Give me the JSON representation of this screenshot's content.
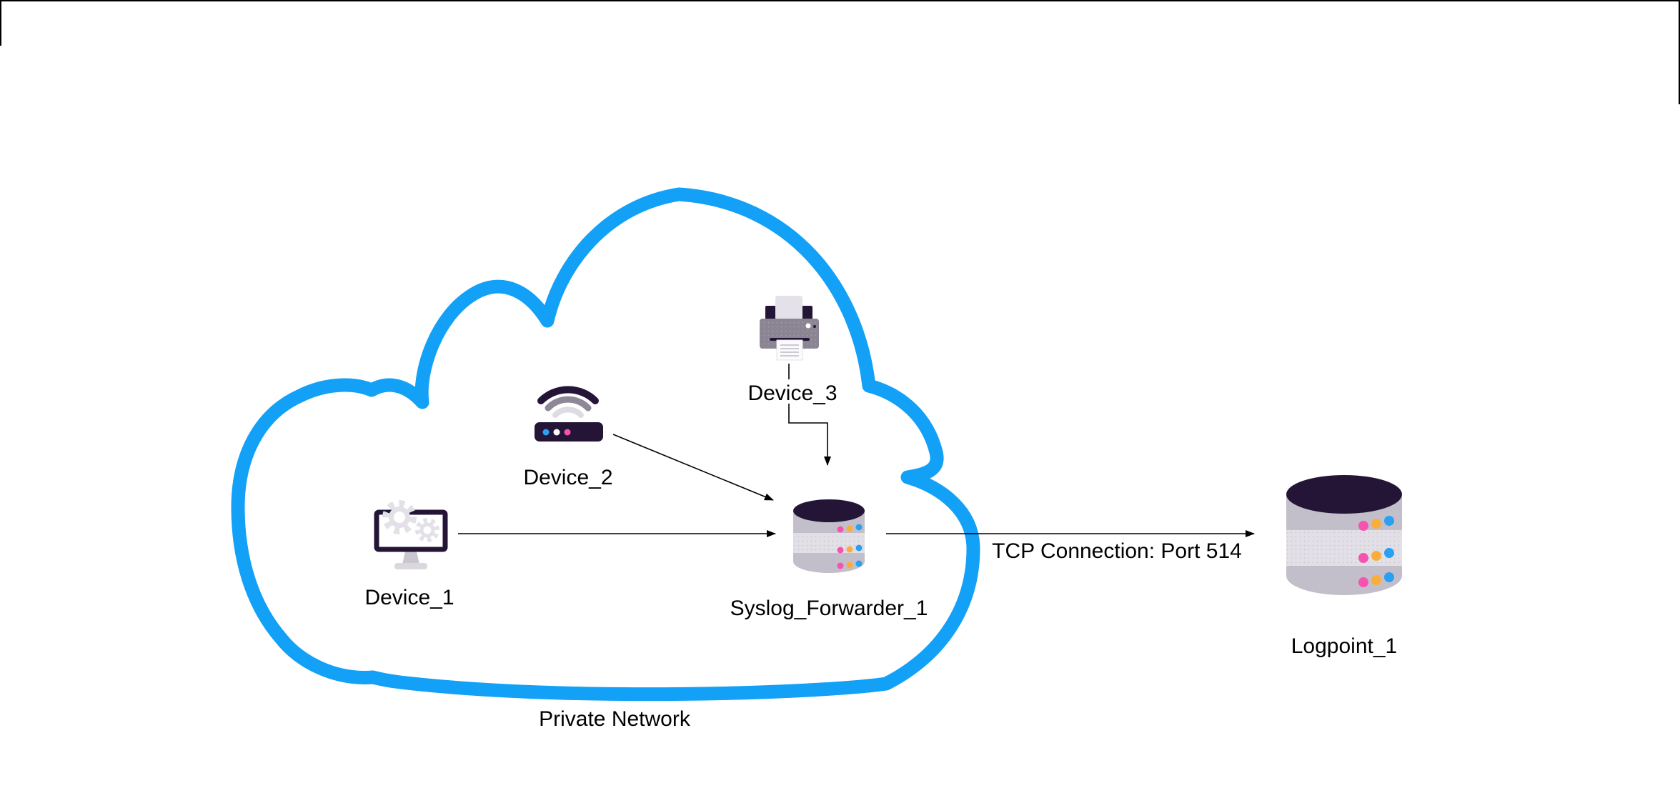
{
  "window": {
    "border_color": "#000000"
  },
  "diagram": {
    "type": "network-topology",
    "cloud_label": "Private Network",
    "nodes": [
      {
        "id": "device_1",
        "label": "Device_1",
        "icon": "computer-gears-icon"
      },
      {
        "id": "device_2",
        "label": "Device_2",
        "icon": "wifi-router-icon"
      },
      {
        "id": "device_3",
        "label": "Device_3",
        "icon": "printer-icon"
      },
      {
        "id": "syslog_forwarder_1",
        "label": "Syslog_Forwarder_1",
        "icon": "database-icon"
      },
      {
        "id": "logpoint_1",
        "label": "Logpoint_1",
        "icon": "database-icon"
      }
    ],
    "connections": [
      {
        "from": "device_1",
        "to": "syslog_forwarder_1",
        "label": "",
        "style": "straight-arrow"
      },
      {
        "from": "device_2",
        "to": "syslog_forwarder_1",
        "label": "",
        "style": "diagonal-arrow"
      },
      {
        "from": "device_3",
        "to": "syslog_forwarder_1",
        "label": "",
        "style": "elbow-arrow"
      },
      {
        "from": "syslog_forwarder_1",
        "to": "logpoint_1",
        "label": "TCP Connection: Port 514",
        "style": "straight-arrow"
      }
    ],
    "colors": {
      "cloud_stroke": "#12A1F6",
      "icon_dark": "#241537",
      "db_band_gray": "#C3BFCA",
      "db_band_light": "#E2E0E6",
      "dot_pink": "#F553B0",
      "dot_orange": "#F9AE3C",
      "dot_blue": "#2AA0F2",
      "connector": "#000000",
      "label_text": "#000000"
    }
  }
}
